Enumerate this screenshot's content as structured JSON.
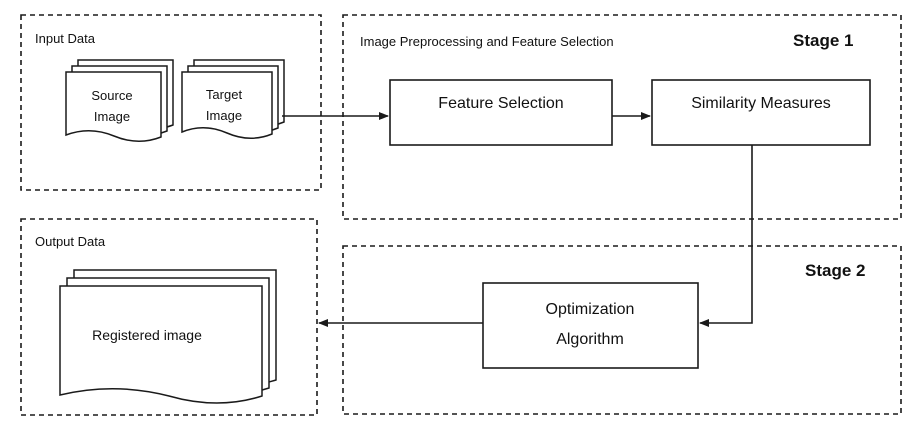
{
  "groups": {
    "input": {
      "label": "Input Data"
    },
    "stage1": {
      "label": "Image Preprocessing and Feature Selection",
      "stage": "Stage 1"
    },
    "output": {
      "label": "Output Data"
    },
    "stage2": {
      "stage": "Stage 2"
    }
  },
  "documents": {
    "source": {
      "line1": "Source",
      "line2": "Image"
    },
    "target": {
      "line1": "Target",
      "line2": "Image"
    },
    "registered": {
      "label": "Registered image"
    }
  },
  "boxes": {
    "feature_selection": {
      "label": "Feature Selection"
    },
    "similarity_measures": {
      "label": "Similarity Measures"
    },
    "optimization": {
      "line1": "Optimization",
      "line2": "Algorithm"
    }
  },
  "colors": {
    "stroke": "#1a1a1a",
    "background": "#ffffff"
  }
}
